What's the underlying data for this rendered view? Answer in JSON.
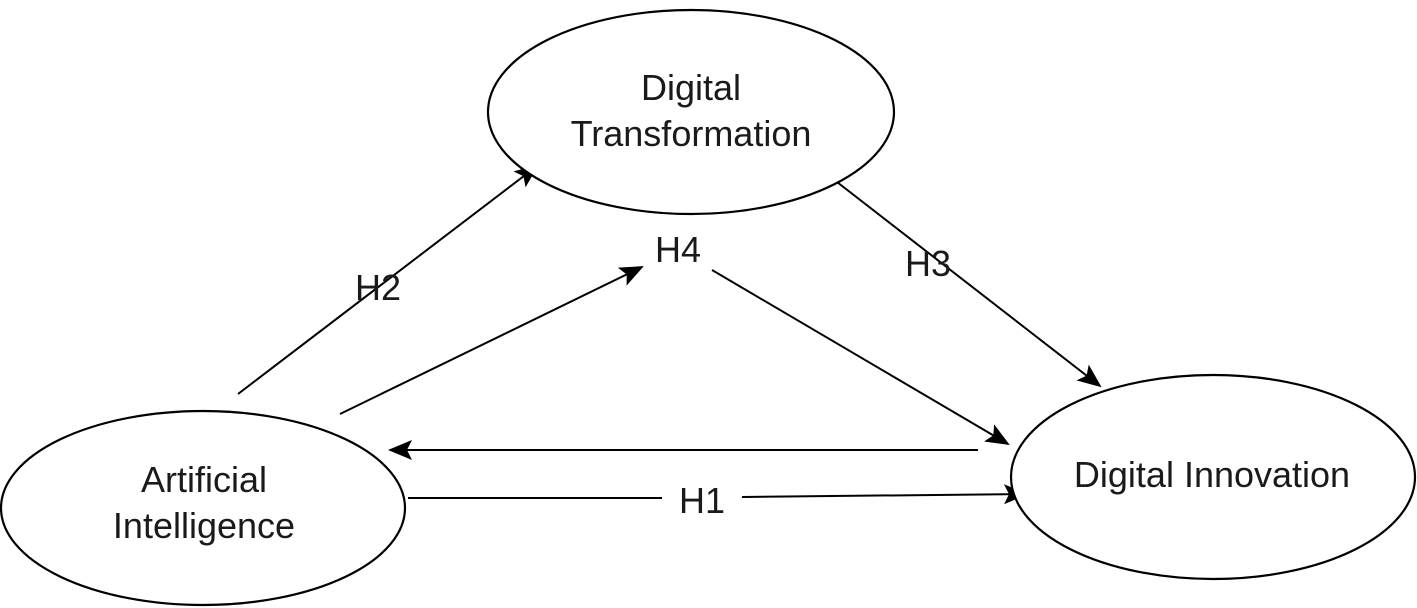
{
  "nodes": {
    "digital_transformation": {
      "lines": [
        "Digital",
        "Transformation"
      ]
    },
    "artificial_intelligence": {
      "lines": [
        "Artificial",
        "Intelligence"
      ]
    },
    "digital_innovation": {
      "lines": [
        "Digital Innovation"
      ]
    }
  },
  "hypotheses": {
    "h1": "H1",
    "h2": "H2",
    "h3": "H3",
    "h4": "H4"
  }
}
